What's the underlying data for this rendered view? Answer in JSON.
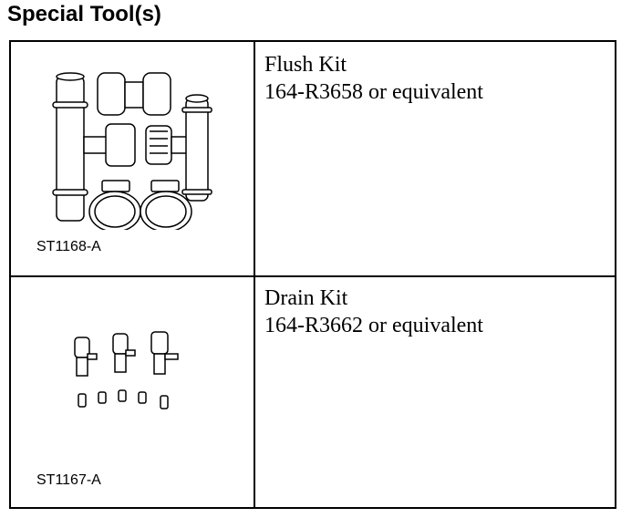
{
  "title": "Special Tool(s)",
  "tools": [
    {
      "name": "Flush Kit",
      "part_number": "164-R3658 or equivalent",
      "illustration_code": "ST1168-A",
      "icon": "flush-kit-illustration"
    },
    {
      "name": "Drain Kit",
      "part_number": "164-R3662 or equivalent",
      "illustration_code": "ST1167-A",
      "icon": "drain-kit-illustration"
    }
  ]
}
